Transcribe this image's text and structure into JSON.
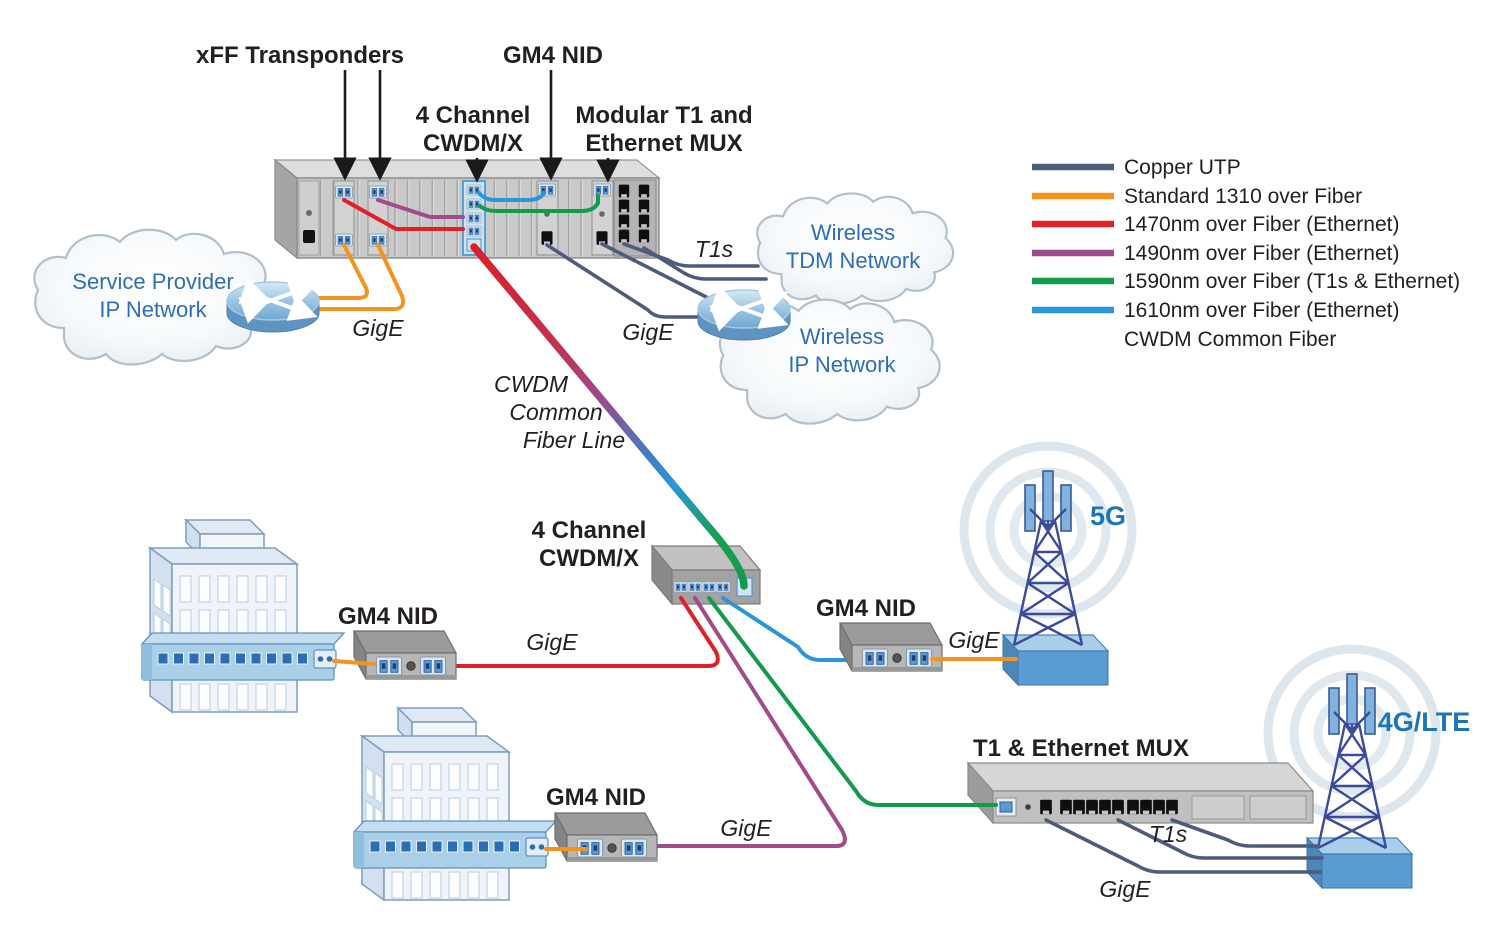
{
  "colors": {
    "copper_utp": "#4d5c7c",
    "fiber_1310": "#f6921e",
    "fiber_1470": "#e01f26",
    "fiber_1490": "#a04b8c",
    "fiber_1590": "#119b4a",
    "fiber_1610": "#2a95d8",
    "cloud_text": "#2d6fb7",
    "tower_label": "#1b75bc"
  },
  "callouts": {
    "xff_transponders": "xFF Transponders",
    "gm4_nid": "GM4 NID",
    "cwdm_4ch": [
      "4 Channel",
      "CWDM/X"
    ],
    "modular_mux": [
      "Modular T1 and",
      "Ethernet MUX"
    ]
  },
  "clouds": {
    "service_provider": [
      "Service Provider",
      "IP Network"
    ],
    "wireless_tdm": [
      "Wireless",
      "TDM Network"
    ],
    "wireless_ip": [
      "Wireless",
      "IP Network"
    ]
  },
  "devices": {
    "cwdm_4ch": [
      "4 Channel",
      "CWDM/X"
    ],
    "gm4_nid": "GM4 NID",
    "t1_ethernet_mux": "T1 & Ethernet MUX",
    "tower_5g": "5G",
    "tower_4g": "4G/LTE"
  },
  "link_labels": {
    "gige": "GigE",
    "t1s": "T1s",
    "cwdm_common_line": [
      "CWDM",
      "Common",
      "Fiber Line"
    ]
  },
  "legend": {
    "items": [
      {
        "label": "Copper UTP",
        "color": "#4d5c7c"
      },
      {
        "label": "Standard 1310 over Fiber",
        "color": "#f6921e"
      },
      {
        "label": "1470nm over Fiber (Ethernet)",
        "color": "#e01f26"
      },
      {
        "label": "1490nm over Fiber (Ethernet)",
        "color": "#a04b8c"
      },
      {
        "label": "1590nm over Fiber (T1s & Ethernet)",
        "color": "#119b4a"
      },
      {
        "label": "1610nm over Fiber (Ethernet)",
        "color": "#2a95d8"
      },
      {
        "label": "CWDM Common Fiber",
        "color": "gradient"
      }
    ]
  }
}
